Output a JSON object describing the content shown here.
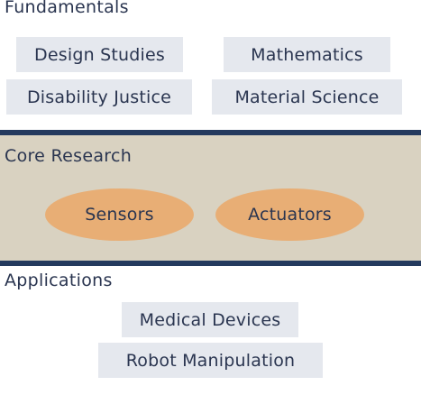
{
  "fundamentals": {
    "title": "Fundamentals",
    "items": [
      "Design Studies",
      "Mathematics",
      "Disability Justice",
      "Material Science"
    ]
  },
  "core_research": {
    "title": "Core Research",
    "items": [
      "Sensors",
      "Actuators"
    ]
  },
  "applications": {
    "title": "Applications",
    "items": [
      "Medical Devices",
      "Robot Manipulation"
    ]
  },
  "colors": {
    "tag_background": "#e5e8ee",
    "core_band": "#d9d2c1",
    "band_border": "#243a5e",
    "ellipse": "#e8ae75",
    "text": "#2a3550"
  }
}
